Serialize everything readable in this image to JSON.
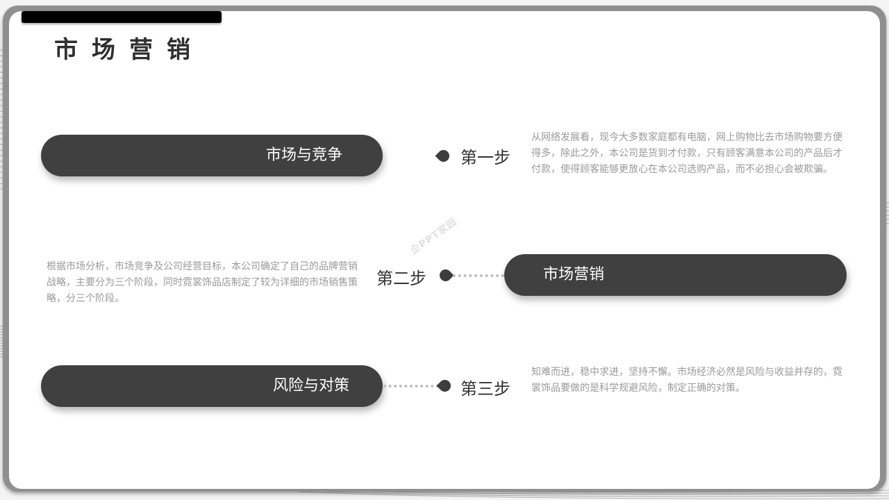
{
  "slide": {
    "title": "市场营销",
    "watermark": "企PPT家园"
  },
  "steps": [
    {
      "pill_label": "市场与竞争",
      "step_label": "第一步",
      "description": "从网络发展看，现今大多数家庭都有电脑，网上购物比去市场购物要方便得多，除此之外，本公司是货到才付款，只有顾客满意本公司的产品后才付款，使得顾客能够更放心在本公司选购产品，而不必担心会被欺骗。"
    },
    {
      "pill_label": "市场营销",
      "step_label": "第二步",
      "description": "根据市场分析，市场竞争及公司经营目标，本公司确定了自己的品牌营销战略，主要分为三个阶段，同时霓裳饰品店制定了较为详细的市场销售策略，分三个阶段。"
    },
    {
      "pill_label": "风险与对策",
      "step_label": "第三步",
      "description": "知难而进，稳中求进，坚持不懈。市场经济必然是风险与收益并存的，霓裳饰品要做的是科学规避风险，制定正确的对策。"
    }
  ],
  "colors": {
    "pill": "#404040",
    "accent_bar": "#000000",
    "description_text": "#9a9a9a",
    "step_text": "#333333",
    "frame": "#8f8f8f"
  }
}
